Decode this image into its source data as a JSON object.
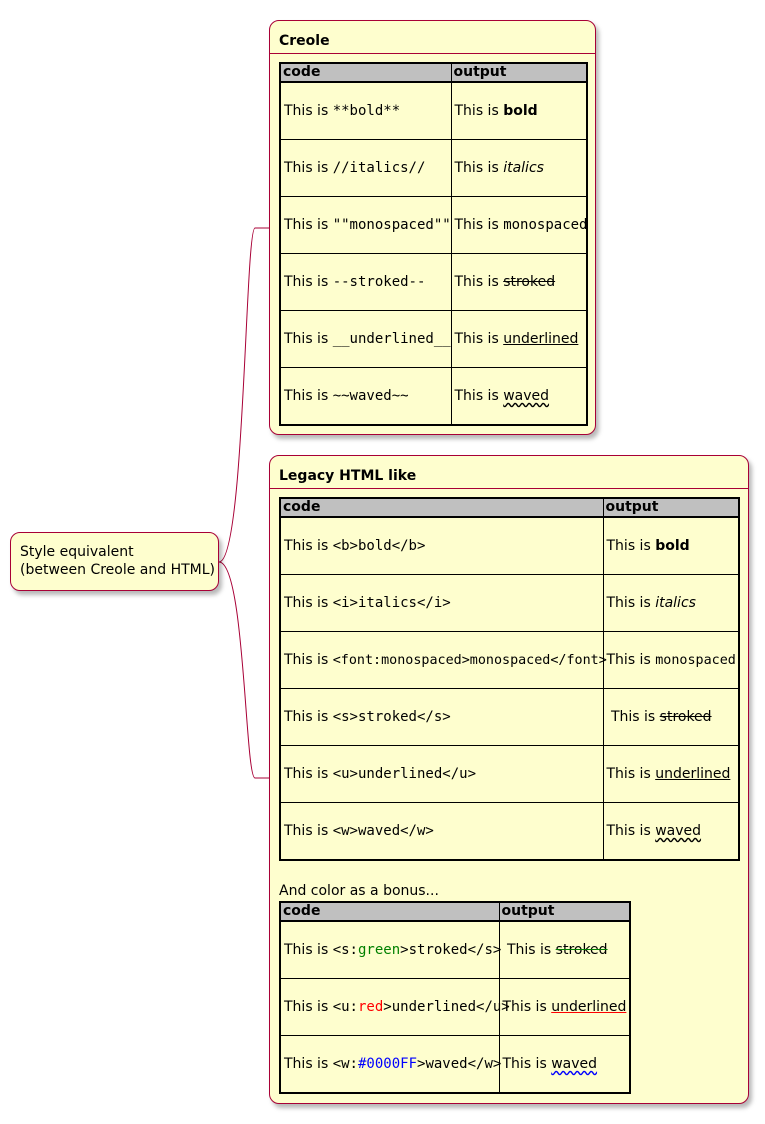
{
  "root": {
    "lines": [
      "Style equivalent",
      "(between Creole and HTML)"
    ]
  },
  "creole": {
    "title": "Creole",
    "headers": {
      "code": "code",
      "output": "output"
    },
    "rows": [
      {
        "prefix": "This is ",
        "code": "**bold**",
        "out_prefix": "This is ",
        "out": "bold"
      },
      {
        "prefix": "This is ",
        "code": "//italics//",
        "out_prefix": "This is ",
        "out": "italics"
      },
      {
        "prefix": "This is ",
        "code": "\"\"monospaced\"\"",
        "out_prefix": "This is ",
        "out": "monospaced"
      },
      {
        "prefix": "This is ",
        "code": "--stroked--",
        "out_prefix": "This is ",
        "out": "stroked"
      },
      {
        "prefix": "This is ",
        "code": "__underlined__",
        "out_prefix": "This is ",
        "out": "underlined"
      },
      {
        "prefix": "This is ",
        "code": "~~waved~~",
        "out_prefix": "This is ",
        "out": "waved"
      }
    ]
  },
  "html_like": {
    "title": "Legacy HTML like",
    "headers": {
      "code": "code",
      "output": "output"
    },
    "rows": [
      {
        "prefix": "This is ",
        "code": "<b>bold</b>",
        "out_prefix": "This is ",
        "out": "bold"
      },
      {
        "prefix": "This is ",
        "code": "<i>italics</i>",
        "out_prefix": "This is ",
        "out": "italics"
      },
      {
        "prefix": "This is ",
        "code": "<font:monospaced>monospaced</font>",
        "out_prefix": "This is ",
        "out": "monospaced"
      },
      {
        "prefix": "This is ",
        "code": "<s>stroked</s>",
        "out_prefix": " This is ",
        "out": "stroked"
      },
      {
        "prefix": "This is ",
        "code": "<u>underlined</u>",
        "out_prefix": "This is ",
        "out": "underlined"
      },
      {
        "prefix": "This is ",
        "code": "<w>waved</w>",
        "out_prefix": "This is ",
        "out": "waved"
      }
    ],
    "bonus_intro": "And color as a bonus...",
    "bonus_headers": {
      "code": "code",
      "output": "output"
    },
    "bonus_rows": [
      {
        "prefix": "This is ",
        "code_open": "<s:",
        "color_name": "green",
        "code_close": ">stroked</s>",
        "out_prefix": " This is ",
        "out": "stroked",
        "color": "#008000"
      },
      {
        "prefix": "This is ",
        "code_open": "<u:",
        "color_name": "red",
        "code_close": ">underlined</u>",
        "out_prefix": "This is ",
        "out": "underlined",
        "color": "#FF0000"
      },
      {
        "prefix": "This is ",
        "code_open": "<w:",
        "color_name": "#0000FF",
        "code_close": ">waved</w>",
        "out_prefix": "This is ",
        "out": "waved",
        "color": "#0000FF"
      }
    ]
  },
  "colors": {
    "node_fill": "#FEFECE",
    "node_border": "#A80036",
    "header_fill": "#C0C0C0"
  }
}
